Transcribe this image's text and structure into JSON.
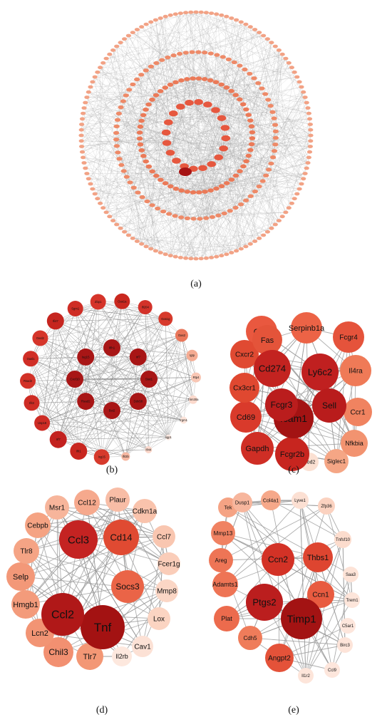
{
  "panels": {
    "a": {
      "label": "(a)"
    },
    "b": {
      "label": "(b)",
      "outer_labels": [
        "Sgm1",
        "Zbp1",
        "Oas1a",
        "Ifi204",
        "Oas1g",
        "Oas2",
        "Igtp",
        "Rtp4",
        "Trim30a",
        "Irgm1",
        "Iigp1",
        "Ifi44",
        "Ifit3b",
        "Isg15",
        "Ifit1",
        "Irf7",
        "Usp18",
        "Ifit3",
        "Rsad2",
        "Oasl1",
        "Oasl2",
        "Ifi47"
      ],
      "inner_labels": [
        "Ifih1",
        "Irf7",
        "Stat1",
        "Ddx58",
        "Bst2",
        "Rsad2",
        "Cxcl10",
        "Isg15"
      ]
    },
    "c": {
      "label": "(c)",
      "nodes": [
        {
          "label": "Csf3",
          "shade": "#e9583f"
        },
        {
          "label": "Serpinb1a",
          "shade": "#ec6346"
        },
        {
          "label": "Fcgr4",
          "shade": "#e5533b"
        },
        {
          "label": "Il4ra",
          "shade": "#ef7a57"
        },
        {
          "label": "Ccr1",
          "shade": "#f08360"
        },
        {
          "label": "Nfkbia",
          "shade": "#f29370"
        },
        {
          "label": "Siglec1",
          "shade": "#f5a685"
        },
        {
          "label": "Nod2",
          "shade": "#fbe0d2"
        },
        {
          "label": "Fcgr2b",
          "shade": "#c7251f"
        },
        {
          "label": "Gapdh",
          "shade": "#cf2e25"
        },
        {
          "label": "Cd69",
          "shade": "#d93a2b"
        },
        {
          "label": "Cx3cr1",
          "shade": "#e04830"
        },
        {
          "label": "Cxcr2",
          "shade": "#e04a32"
        },
        {
          "label": "Fas",
          "shade": "#e4543a"
        },
        {
          "label": "Cd274",
          "shade": "#c32320"
        },
        {
          "label": "Ly6c2",
          "shade": "#c02020"
        },
        {
          "label": "Sell",
          "shade": "#b91c1c"
        },
        {
          "label": "Icam1",
          "shade": "#a31313"
        },
        {
          "label": "Fcgr3",
          "shade": "#ba1d1d"
        }
      ]
    },
    "d": {
      "label": "(d)",
      "nodes": [
        {
          "label": "Ccl12",
          "shade": "#f6a98d"
        },
        {
          "label": "Plaur",
          "shade": "#f8bda6"
        },
        {
          "label": "Cdkn1a",
          "shade": "#f9c3ac"
        },
        {
          "label": "Ccl7",
          "shade": "#f9c6b0"
        },
        {
          "label": "Fcer1g",
          "shade": "#facdb9"
        },
        {
          "label": "Mmp8",
          "shade": "#fbd6c5"
        },
        {
          "label": "Lox",
          "shade": "#fbd4c2"
        },
        {
          "label": "Cav1",
          "shade": "#fce1d5"
        },
        {
          "label": "Il2rb",
          "shade": "#fde8de"
        },
        {
          "label": "Tlr7",
          "shade": "#f39775"
        },
        {
          "label": "Chil3",
          "shade": "#f29071"
        },
        {
          "label": "Lcn2",
          "shade": "#f29474"
        },
        {
          "label": "Hmgb1",
          "shade": "#f39b7b"
        },
        {
          "label": "Selp",
          "shade": "#f39878"
        },
        {
          "label": "Tlr8",
          "shade": "#f5a485"
        },
        {
          "label": "Cebpb",
          "shade": "#f5a383"
        },
        {
          "label": "Msr1",
          "shade": "#f7b59b"
        },
        {
          "label": "Ccl3",
          "shade": "#c42322"
        },
        {
          "label": "Cd14",
          "shade": "#e04a32"
        },
        {
          "label": "Socs3",
          "shade": "#ea6447"
        },
        {
          "label": "Tnf",
          "shade": "#a31212"
        },
        {
          "label": "Ccl2",
          "shade": "#b01818"
        }
      ]
    },
    "e": {
      "label": "(e)",
      "nodes": [
        {
          "label": "Col4a1",
          "shade": "#f6a88a"
        },
        {
          "label": "Lyve1",
          "shade": "#fce0d3"
        },
        {
          "label": "Zfp36",
          "shade": "#fbd2c0"
        },
        {
          "label": "Tnfsf10",
          "shade": "#fcdccd"
        },
        {
          "label": "Saa3",
          "shade": "#fde3d7"
        },
        {
          "label": "Trem1",
          "shade": "#fde5da"
        },
        {
          "label": "C5ar1",
          "shade": "#fde6dc"
        },
        {
          "label": "Birc3",
          "shade": "#fde4d9"
        },
        {
          "label": "Ccl9",
          "shade": "#fde6dc"
        },
        {
          "label": "Il1r2",
          "shade": "#fde5da"
        },
        {
          "label": "Angpt2",
          "shade": "#e45239"
        },
        {
          "label": "Cdh5",
          "shade": "#ef7c5a"
        },
        {
          "label": "Plat",
          "shade": "#ec6b4d"
        },
        {
          "label": "Adamts1",
          "shade": "#ee7455"
        },
        {
          "label": "Areg",
          "shade": "#ee7556"
        },
        {
          "label": "Mmp13",
          "shade": "#f08262"
        },
        {
          "label": "Tek",
          "shade": "#f5a384"
        },
        {
          "label": "Dusp1",
          "shade": "#f7b69d"
        },
        {
          "label": "Ccn2",
          "shade": "#d33226"
        },
        {
          "label": "Thbs1",
          "shade": "#de4530"
        },
        {
          "label": "Ccn1",
          "shade": "#e85b40"
        },
        {
          "label": "Timp1",
          "shade": "#a31313"
        },
        {
          "label": "Ptgs2",
          "shade": "#bb1e1e"
        }
      ]
    }
  }
}
